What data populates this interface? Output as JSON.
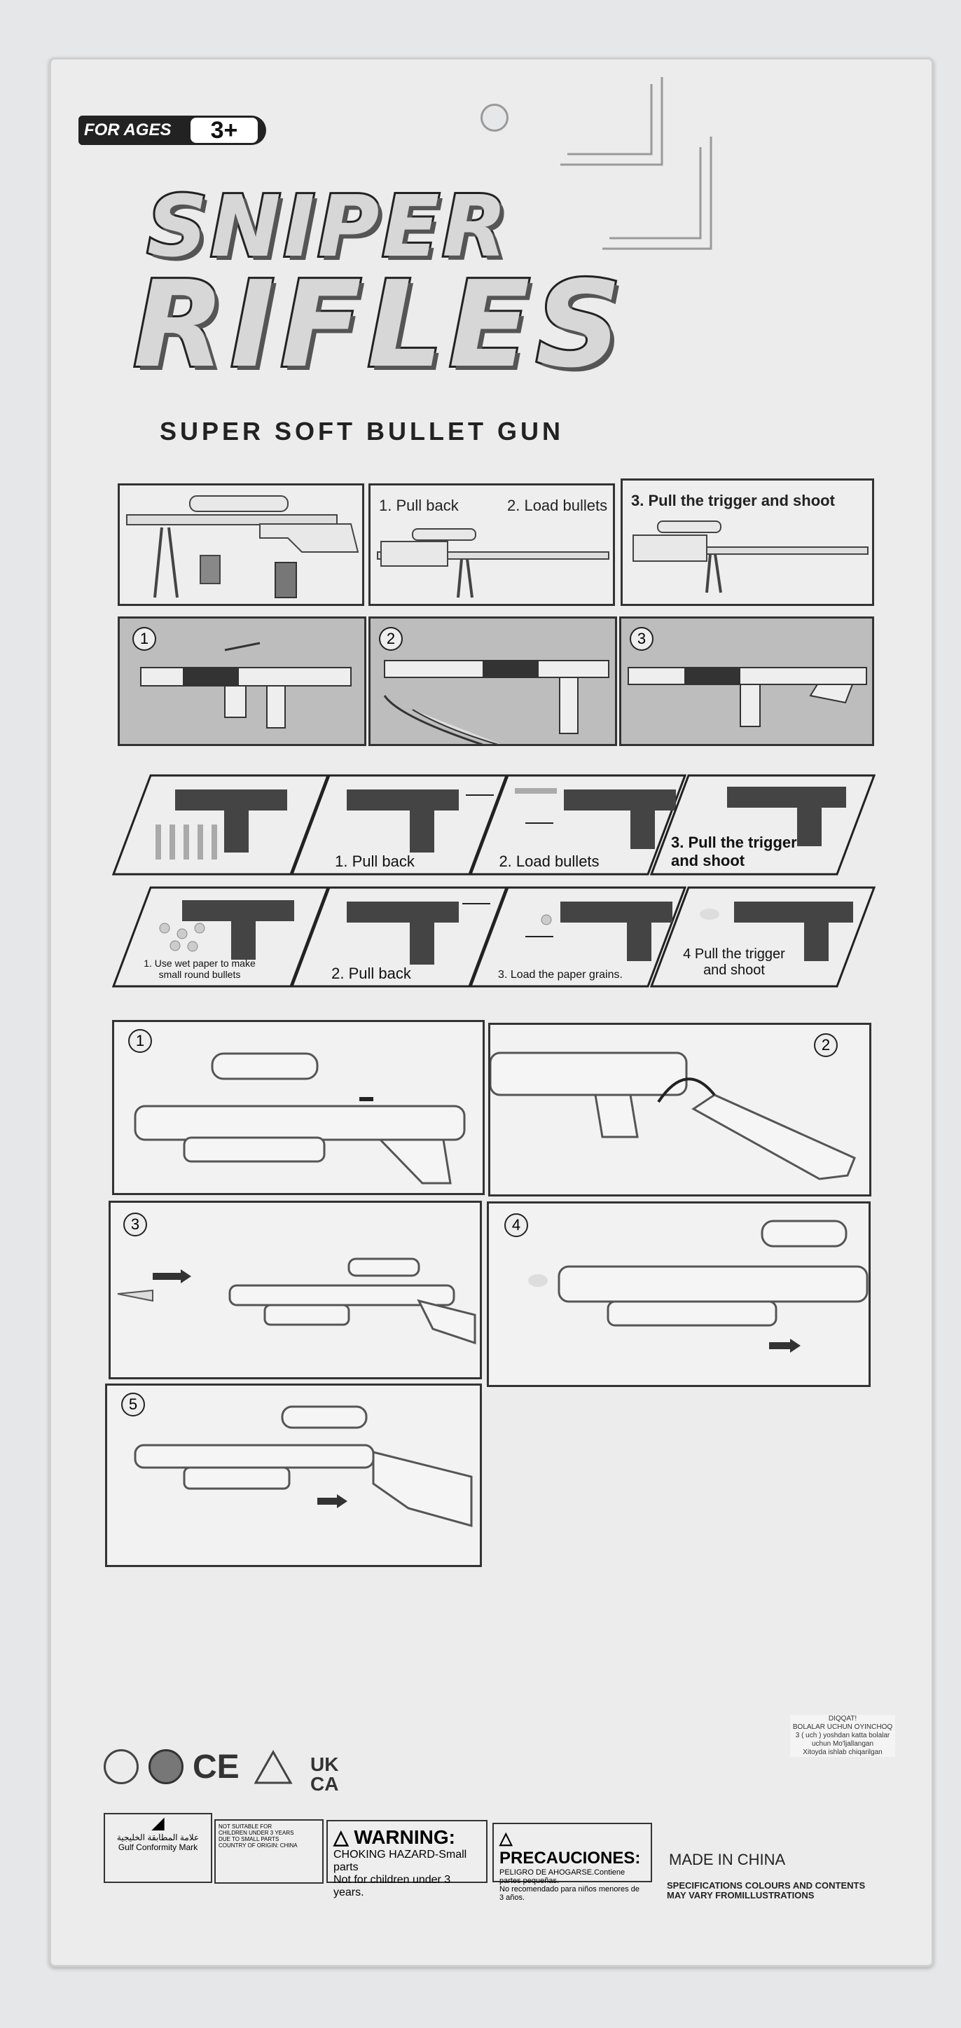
{
  "header": {
    "age_badge_label": "FOR AGES",
    "age_badge_value": "3+",
    "title_line1": "SNIPER",
    "title_line2": "RIFLES",
    "subtitle": "SUPER SOFT BULLET GUN"
  },
  "sniper_steps": {
    "step1": "1. Pull back",
    "step2": "2. Load bullets",
    "step3": "3. Pull the trigger and shoot"
  },
  "rifle_steps": [
    "1",
    "2",
    "3"
  ],
  "pistol_steps_row1": [
    "1. Pull back",
    "2. Load bullets",
    "3. Pull the trigger\nand shoot"
  ],
  "pistol_steps_row2": [
    "1. Use wet paper to make\nsmall round bullets",
    "2. Pull back",
    "3. Load the paper grains.",
    "4 Pull the trigger\nand shoot"
  ],
  "shotgun_steps": [
    "1",
    "2",
    "3",
    "4",
    "5"
  ],
  "certifications": {
    "ukca_line1": "UK",
    "ukca_line2": "CA",
    "ce_mark": "CE"
  },
  "uz_label": {
    "heading": "DIQQAT!",
    "lines": "BOLALAR UCHUN OYINCHOQ\n3 ( uch ) yoshdan katta bolalar\nuchun  Mo'ljallangan\nXitoyda ishlab chiqarilgan"
  },
  "gulf_mark": {
    "arabic": "علامة المطابقة الخليجية",
    "english": "Gulf Conformity Mark"
  },
  "small_warning": {
    "line1": "NOT SUITABLE FOR",
    "line2": "CHILDREN UNDER 3 YEARS",
    "line3": "DUE TO SMALL PARTS",
    "line4": "COUNTRY OF ORIGIN: CHINA"
  },
  "warning": {
    "heading": "WARNING:",
    "line1": "CHOKING HAZARD-Small parts",
    "line2": "Not for children under 3 years."
  },
  "precauciones": {
    "heading": "PRECAUCIONES:",
    "line1": "PELIGRO DE AHOGARSE.Contiene partes pequeñas.",
    "line2": "No recomendado para niños menores de 3 años."
  },
  "made_in": "MADE IN CHINA",
  "spec_note": "SPECIFICATIONS COLOURS AND CONTENTS\nMAY VARY FROMILLUSTRATIONS",
  "colors": {
    "card": "#ececec",
    "ink": "#222222",
    "panel_gray": "#bdbdbd"
  }
}
